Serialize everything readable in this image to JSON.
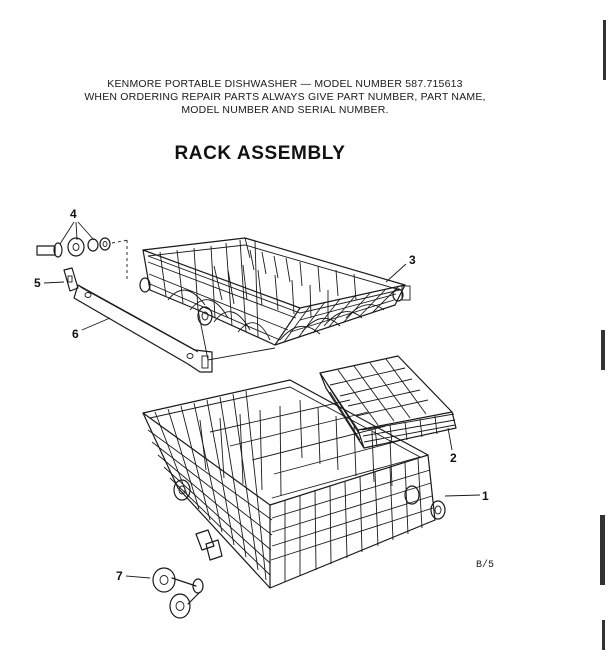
{
  "header": {
    "line1": "KENMORE PORTABLE DISHWASHER — MODEL NUMBER 587.715613",
    "line2": "WHEN ORDERING REPAIR PARTS ALWAYS GIVE PART NUMBER, PART NAME,",
    "line3": "MODEL NUMBER AND SERIAL NUMBER."
  },
  "title": "RACK ASSEMBLY",
  "page_code": "B/5",
  "callouts": [
    {
      "number": "1",
      "part": "lower rack"
    },
    {
      "number": "2",
      "part": "silverware basket"
    },
    {
      "number": "3",
      "part": "upper rack"
    },
    {
      "number": "4",
      "part": "bolt and washers"
    },
    {
      "number": "5",
      "part": "clip"
    },
    {
      "number": "6",
      "part": "rail"
    },
    {
      "number": "7",
      "part": "roller wheels"
    }
  ],
  "colors": {
    "ink": "#1a1a1a",
    "paper": "#ffffff"
  }
}
